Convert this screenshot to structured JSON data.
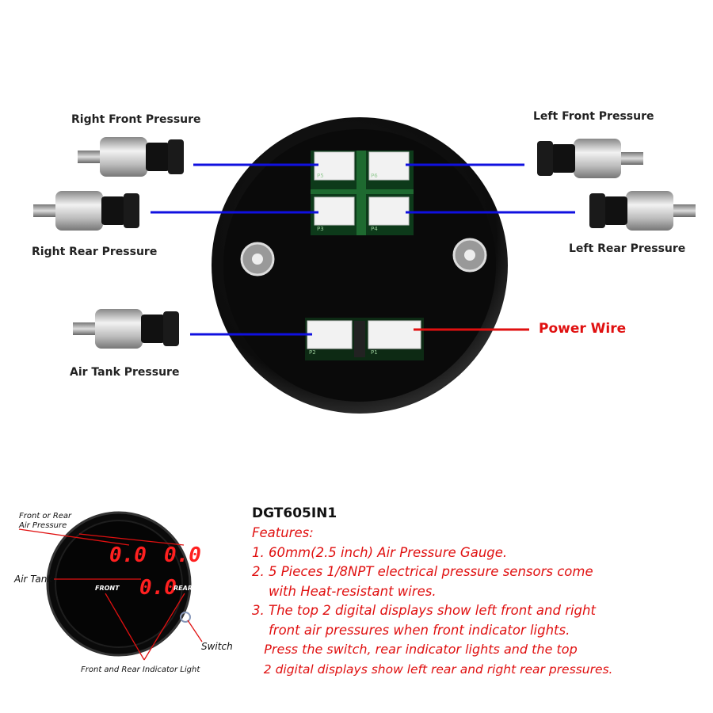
{
  "diagram": {
    "sensor_labels": {
      "right_front": "Right Front Pressure",
      "right_rear": "Right Rear Pressure",
      "air_tank": "Air Tank Pressure",
      "left_front": "Left Front Pressure",
      "left_rear": "Left Rear Pressure",
      "power": "Power Wire"
    },
    "ports": [
      "P5",
      "P6",
      "P3",
      "P4",
      "P2",
      "P1"
    ],
    "colors": {
      "sensor_wire": "#1010e0",
      "power_wire": "#e01010",
      "pcb": "#1e5a2a"
    }
  },
  "gauge_face": {
    "callouts": {
      "front_or_rear_line1": "Front or Rear",
      "front_or_rear_line2": "Air Pressure",
      "air_tank": "Air Tank",
      "switch": "Switch",
      "indicator": "Front and Rear Indicator Light"
    },
    "readings": {
      "left": "0.0",
      "right": "0.0",
      "tank": "0.0"
    },
    "front_label": "FRONT",
    "rear_label": "REAR"
  },
  "description": {
    "model": "DGT605IN1",
    "features_title": "Features:",
    "lines": [
      "1. 60mm(2.5 inch) Air Pressure Gauge.",
      "2. 5 Pieces 1/8NPT electrical pressure sensors come",
      "    with Heat-resistant wires.",
      "3. The top 2 digital displays show left front and right",
      "    front air pressures when front indicator lights.",
      "   Press the switch, rear indicator lights and the top",
      "   2 digital displays show left rear and right rear pressures."
    ]
  }
}
